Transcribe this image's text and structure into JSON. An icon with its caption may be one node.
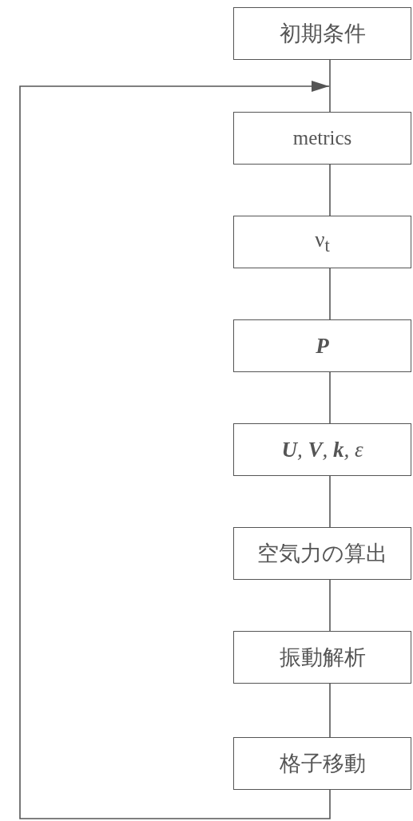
{
  "diagram": {
    "nodes": [
      {
        "text": [
          "初期条件"
        ]
      },
      {
        "text": [
          "metrics"
        ]
      },
      {
        "text": [
          "ν$_{t}$"
        ]
      },
      {
        "text": [
          "P"
        ]
      },
      {
        "text": [
          "**U**, **V**, **k**, ε"
        ]
      },
      {
        "text": [
          "空気力の算出"
        ]
      },
      {
        "text": [
          "振動解析"
        ]
      },
      {
        "text": [
          "格子移動"
        ]
      }
    ],
    "edges": [
      {
        "from": 0,
        "to": 1,
        "arrow": "none"
      },
      {
        "from": 1,
        "to": 2,
        "arrow": "none"
      },
      {
        "from": 2,
        "to": 3,
        "arrow": "none"
      },
      {
        "from": 3,
        "to": 4,
        "arrow": "none"
      },
      {
        "from": 4,
        "to": 5,
        "arrow": "none"
      },
      {
        "from": 5,
        "to": 6,
        "arrow": "none"
      },
      {
        "from": 6,
        "to": 7,
        "arrow": "none"
      },
      {
        "from": 7,
        "to": null,
        "arrow": "to"
      }
    ]
  }
}
